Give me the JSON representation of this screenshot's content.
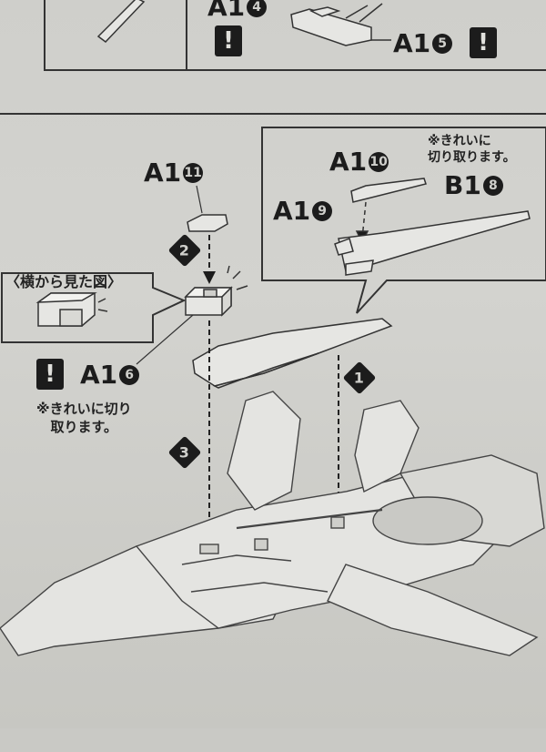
{
  "top_panel": {
    "label_a14": {
      "text": "A1",
      "num": "4"
    },
    "label_a15": {
      "text": "A1",
      "num": "5"
    },
    "warning_symbol": "!"
  },
  "callout_right": {
    "note": "※きれいに\n切り取ります。",
    "label_a10": {
      "text": "A1",
      "num": "10"
    },
    "label_a19": {
      "text": "A1",
      "num": "9"
    },
    "label_b18": {
      "text": "B1",
      "num": "8"
    }
  },
  "callout_left": {
    "title": "〈横から見た図〉"
  },
  "parts": {
    "label_a111": {
      "text": "A1",
      "num": "11"
    },
    "label_a16": {
      "text": "A1",
      "num": "6"
    },
    "warning_symbol": "!",
    "note": "※きれいに切り\n取ります。"
  },
  "steps": [
    {
      "id": "step-1",
      "num": "1"
    },
    {
      "id": "step-2",
      "num": "2"
    },
    {
      "id": "step-3",
      "num": "3"
    }
  ],
  "colors": {
    "paper": "#cfcfcb",
    "ink": "#1c1c1c",
    "part_fill": "#e6e6e3"
  }
}
